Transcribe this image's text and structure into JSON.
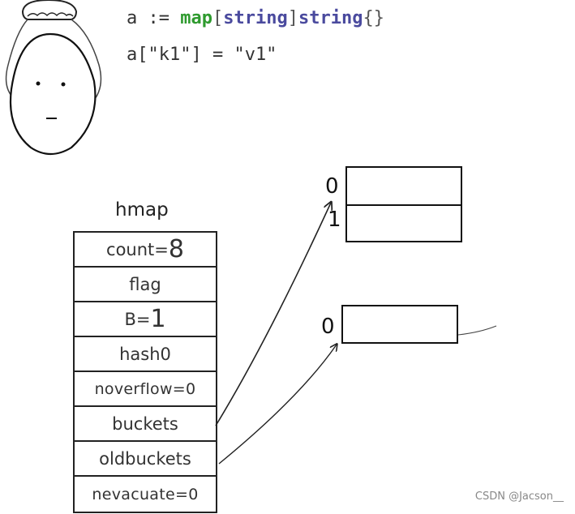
{
  "code": {
    "line1": {
      "var": "a",
      "op": ":=",
      "kw_map": "map",
      "lbracket": "[",
      "key_type": "string",
      "rbracket": "]",
      "val_type": "string",
      "braces": "{}"
    },
    "line2": "a[\"k1\"] = \"v1\""
  },
  "hmap": {
    "title": "hmap",
    "fields": {
      "count_label": "count=",
      "count_value": "8",
      "flag": "flag",
      "b_label": "B=",
      "b_value": "1",
      "hash0": "hash0",
      "noverflow": "noverflow=0",
      "buckets": "buckets",
      "oldbuckets": "oldbuckets",
      "nevacuate": "nevacuate=0"
    }
  },
  "buckets_array": {
    "index_0": "0",
    "index_1": "1"
  },
  "oldbuckets_array": {
    "index_0": "0"
  },
  "watermark": "CSDN @Jacson__",
  "colors": {
    "map_keyword": "#2e9a2e",
    "type_keyword": "#4a4a9e",
    "ink": "#222222"
  }
}
